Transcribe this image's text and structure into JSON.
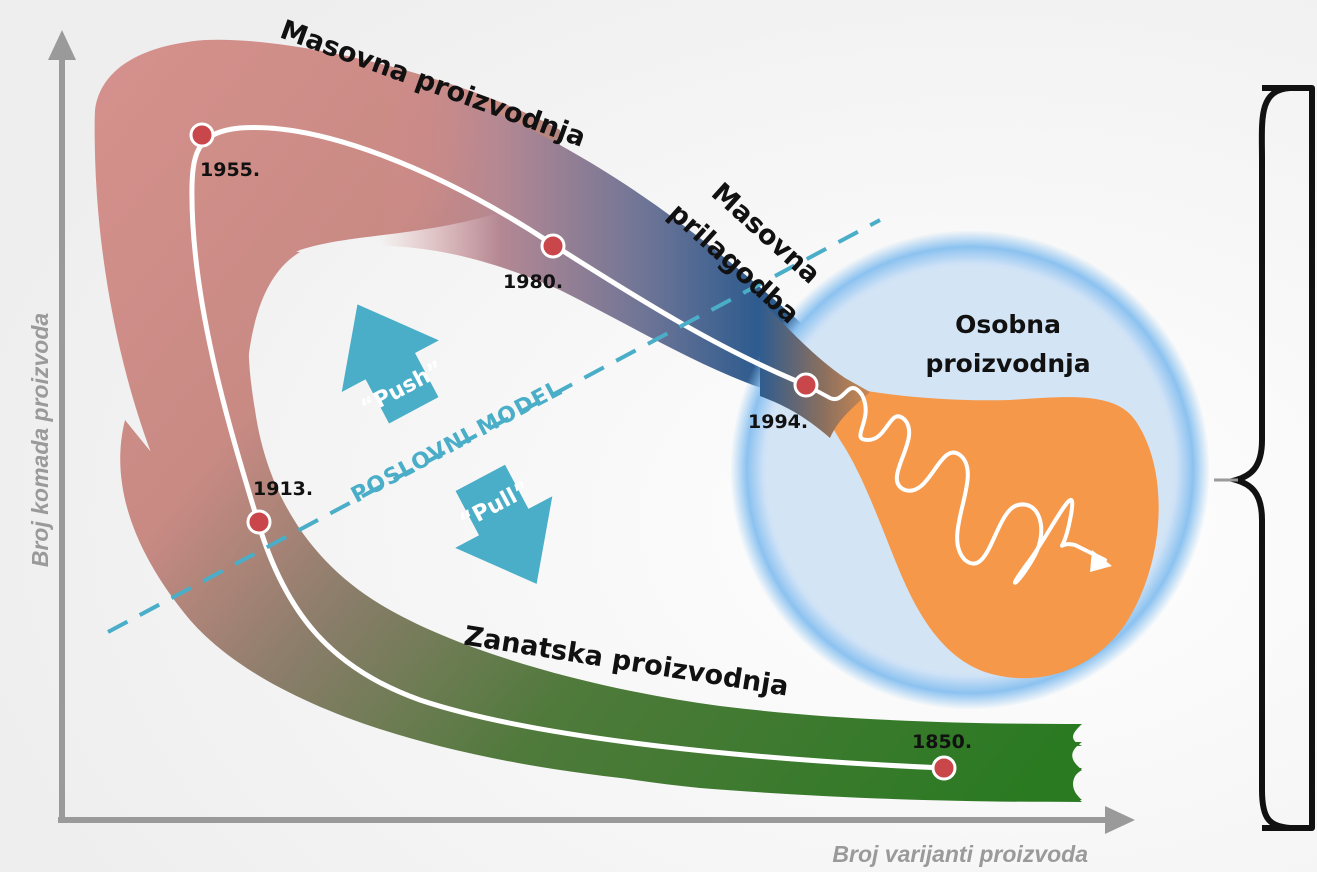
{
  "axes": {
    "y_label": "Broj komada proizvoda",
    "x_label": "Broj varijanti proizvoda"
  },
  "stages": {
    "masovna_proizvodnja": "Masovna proizvodnja",
    "masovna_prilagodba_line1": "Masovna",
    "masovna_prilagodba_line2": "prilagodba",
    "zanatska_proizvodnja": "Zanatska proizvodnja",
    "osobna_line1": "Osobna",
    "osobna_line2": "proizvodnja"
  },
  "years": {
    "y1850": "1850.",
    "y1913": "1913.",
    "y1955": "1955.",
    "y1980": "1980.",
    "y1994": "1994."
  },
  "business_model": {
    "label": "POSLOVNI MODEL",
    "push": "“Push”",
    "pull": "“Pull”"
  },
  "colors": {
    "pink": "#d58a8a",
    "navy": "#2f5c8f",
    "green": "#2c7a22",
    "orange": "#f5984a",
    "circle_fill": "#d3e4f5",
    "circle_glow": "#7db7ee",
    "teal": "#4aaec8",
    "node": "#c9474a"
  },
  "icons": {
    "y_axis_arrow": "arrow-up-icon",
    "x_axis_arrow": "arrow-right-icon",
    "push_arrow": "arrow-up-right-icon",
    "pull_arrow": "arrow-down-left-icon",
    "bracket": "curly-bracket-icon"
  }
}
